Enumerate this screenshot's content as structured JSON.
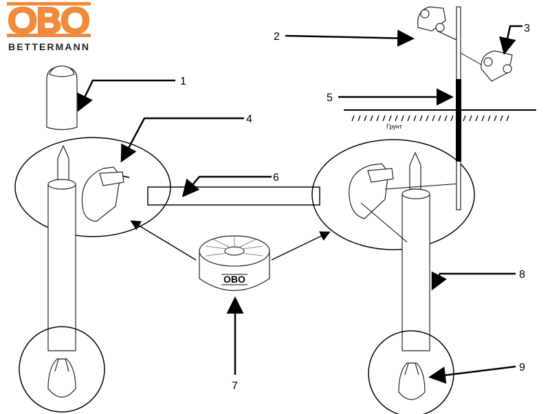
{
  "logo": {
    "brand": "OBO",
    "subtitle": "BETTERMANN",
    "color": "#f08a3c"
  },
  "ground_label": "Грунт",
  "tablet_label": "OBO",
  "callouts": [
    "1",
    "2",
    "3",
    "4",
    "5",
    "6",
    "7",
    "8",
    "9"
  ]
}
